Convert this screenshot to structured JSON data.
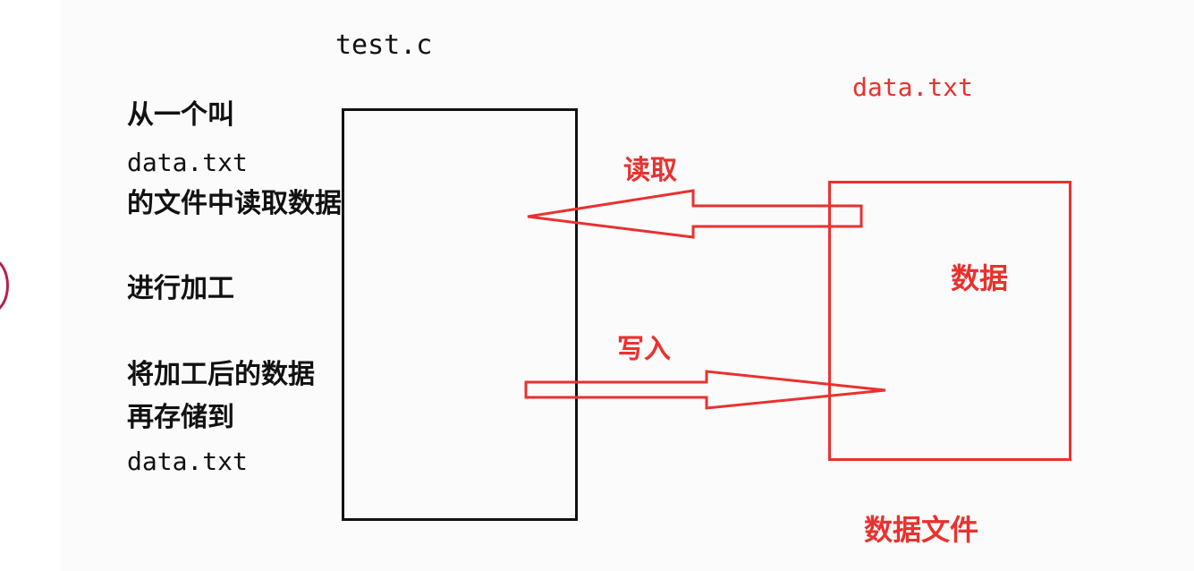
{
  "program": {
    "filename": "test.c"
  },
  "file": {
    "filename": "data.txt",
    "content_label": "数据",
    "caption": "数据文件"
  },
  "steps": {
    "read_line1": "从一个叫",
    "read_line2": "data.txt",
    "read_line3": "的文件中读取数据",
    "process": "进行加工",
    "write_line1": "将加工后的数据",
    "write_line2": "再存储到",
    "write_line3": "data.txt"
  },
  "arrows": {
    "read_label": "读取",
    "write_label": "写入"
  },
  "colors": {
    "accent": "#e8322f",
    "ink": "#111111",
    "edge_marker": "#b5214c"
  }
}
